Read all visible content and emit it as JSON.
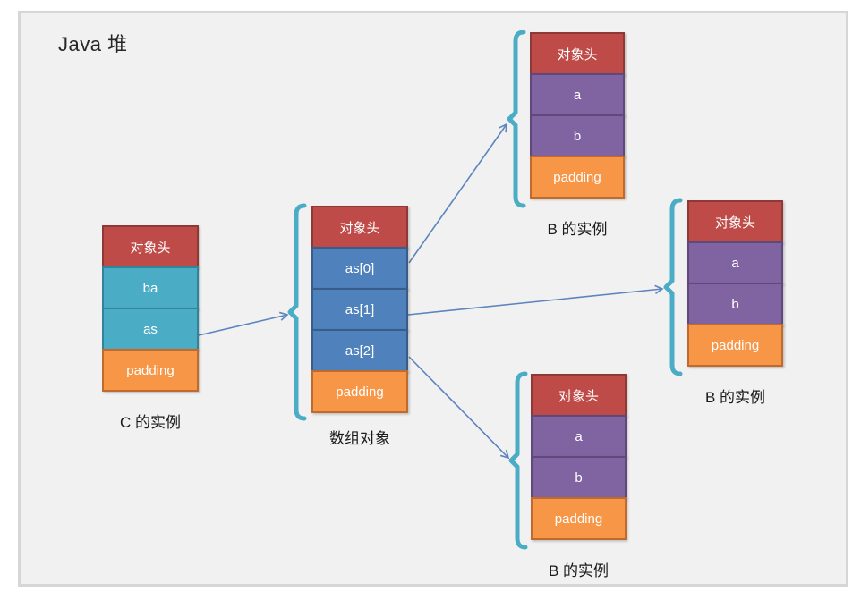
{
  "title": "Java 堆",
  "colors": {
    "panel_fill": "#f1f1f1",
    "panel_border": "#d6d6d6",
    "header_red": "#be4b48",
    "field_teal": "#4bacc6",
    "field_blue": "#4f81bd",
    "field_purple": "#8064a2",
    "padding_orange": "#f79646",
    "arrow_blue": "#5c84be",
    "brace_teal": "#4bacc6"
  },
  "objects": {
    "c_instance": {
      "label": "C 的实例",
      "cells": [
        {
          "text": "对象头"
        },
        {
          "text": "ba"
        },
        {
          "text": "as"
        },
        {
          "text": "padding"
        }
      ]
    },
    "array_object": {
      "label": "数组对象",
      "cells": [
        {
          "text": "对象头"
        },
        {
          "text": "as[0]"
        },
        {
          "text": "as[1]"
        },
        {
          "text": "as[2]"
        },
        {
          "text": "padding"
        }
      ]
    },
    "b_instance_top": {
      "label": "B 的实例",
      "cells": [
        {
          "text": "对象头"
        },
        {
          "text": "a"
        },
        {
          "text": "b"
        },
        {
          "text": "padding"
        }
      ]
    },
    "b_instance_right": {
      "label": "B 的实例",
      "cells": [
        {
          "text": "对象头"
        },
        {
          "text": "a"
        },
        {
          "text": "b"
        },
        {
          "text": "padding"
        }
      ]
    },
    "b_instance_bottom": {
      "label": "B 的实例",
      "cells": [
        {
          "text": "对象头"
        },
        {
          "text": "a"
        },
        {
          "text": "b"
        },
        {
          "text": "padding"
        }
      ]
    }
  }
}
